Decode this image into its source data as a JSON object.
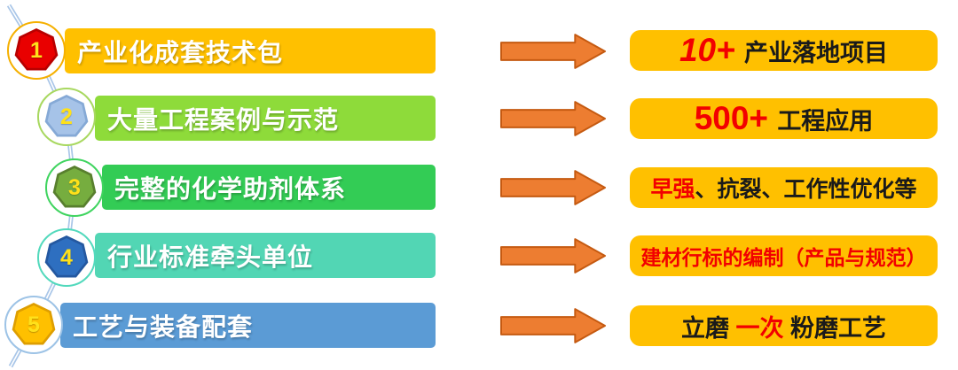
{
  "figure": {
    "background": "#FFFFFF",
    "description_rows": 5,
    "palette": {
      "result_box_fill": "#FFC000",
      "arrow_fill": "#ED7D31",
      "arrow_border": "#C55A11",
      "connector_line": "#A9C6E8",
      "highlight_red": "#F20000",
      "bar_text": "#FFFFFF",
      "badge_number": "#FFE11A"
    }
  },
  "rows": [
    {
      "step_number": "1",
      "bar_label": "产业化成套技术包",
      "bar_color": "#FFC000",
      "badge_color": "#E90000",
      "ring_color": "#F5B000",
      "result": {
        "segments": [
          {
            "text": "10+ ",
            "style": "seg-red seg-num seg-italic"
          },
          {
            "text": "产业落地项目",
            "style": "seg-black"
          }
        ]
      }
    },
    {
      "step_number": "2",
      "bar_label": "大量工程案例与示范",
      "bar_color": "#8EDB3A",
      "badge_color": "#A6C3E8",
      "ring_color": "#A8D860",
      "result": {
        "segments": [
          {
            "text": "500+ ",
            "style": "seg-red seg-num"
          },
          {
            "text": "工程应用",
            "style": "seg-black"
          }
        ]
      }
    },
    {
      "step_number": "3",
      "bar_label": "完整的化学助剂体系",
      "bar_color": "#33CC55",
      "badge_color": "#76AD3F",
      "ring_color": "#3FD45F",
      "result": {
        "segments": [
          {
            "text": "早强",
            "style": "seg-red"
          },
          {
            "text": "、抗裂、工作性优化等",
            "style": "seg-black"
          }
        ]
      }
    },
    {
      "step_number": "4",
      "bar_label": "行业标准牵头单位",
      "bar_color": "#52D6B4",
      "badge_color": "#2E6FC0",
      "ring_color": "#52D9BC",
      "result": {
        "segments": [
          {
            "text": "建材行标的编制（产品与规范）",
            "style": "seg-red seg-sm"
          }
        ]
      }
    },
    {
      "step_number": "5",
      "bar_label": "工艺与装备配套",
      "bar_color": "#5B9BD5",
      "badge_color": "#FFC000",
      "ring_color": "#9DC3E6",
      "result": {
        "segments": [
          {
            "text": "立磨 ",
            "style": "seg-black"
          },
          {
            "text": "一次",
            "style": "seg-red"
          },
          {
            "text": " 粉磨工艺",
            "style": "seg-black"
          }
        ]
      }
    }
  ]
}
